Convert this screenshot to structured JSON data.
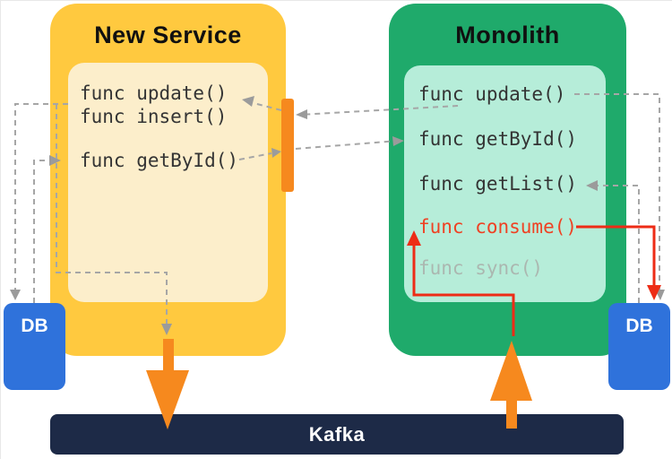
{
  "new_service": {
    "title": "New Service",
    "functions": [
      "func update()",
      "func insert()",
      "func getById()"
    ]
  },
  "monolith": {
    "title": "Monolith",
    "functions": [
      "func update()",
      "func getById()",
      "func getList()",
      "func consume()",
      "func sync()"
    ]
  },
  "db_left": {
    "label": "DB"
  },
  "db_right": {
    "label": "DB"
  },
  "kafka": {
    "label": "Kafka"
  },
  "colors": {
    "service_yellow": "#FFC93F",
    "service_yellow_inner": "#FCEECB",
    "monolith_green": "#1FAA6B",
    "monolith_green_inner": "#B6EDD9",
    "db_blue": "#2F72DB",
    "kafka_navy": "#1D2A47",
    "arrow_orange": "#F6891E",
    "highlight_red": "#ED2C16",
    "muted_function_gray": "#ABB7B0",
    "dashed_line_gray": "#A6A6A6",
    "consume_function_red": "#EF4123"
  }
}
